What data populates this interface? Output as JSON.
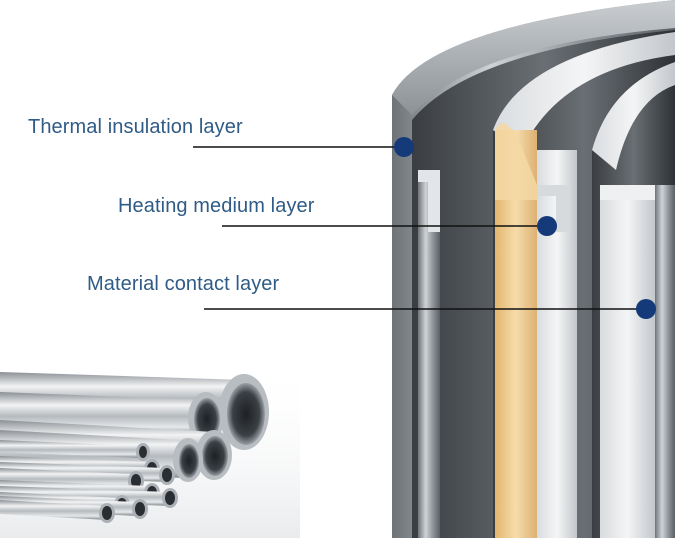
{
  "layers": [
    {
      "label": "Thermal insulation layer"
    },
    {
      "label": "Heating medium layer"
    },
    {
      "label": "Material contact layer"
    }
  ],
  "colors": {
    "label_text": "#2f5b86",
    "leader_line": "#111111",
    "marker_dot": "#143a7a",
    "heating_medium": "#efc98a",
    "steel": "#b9bec3"
  },
  "icons": {
    "diagram": "jacketed-vessel-cutaway",
    "photo": "stainless-steel-pipes"
  }
}
